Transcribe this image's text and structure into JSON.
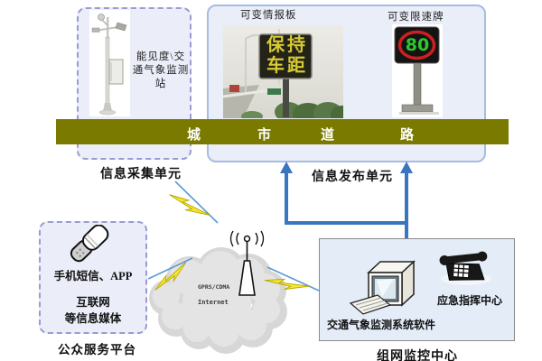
{
  "diagram": {
    "collection_unit": {
      "label": "信息采集单元",
      "station_caption_lines": [
        "能见度\\交",
        "通气象监测",
        "站"
      ]
    },
    "publish_unit": {
      "label": "信息发布单元",
      "vms_caption": "可变情报板",
      "vms_text_top": "保持",
      "vms_text_bottom": "车距",
      "speed_caption": "可变限速牌",
      "speed_value": "80"
    },
    "road_bar": {
      "chars": [
        "城",
        "市",
        "道",
        "路"
      ]
    },
    "public_platform": {
      "label": "公众服务平台",
      "lines": [
        "手机短信、APP",
        "互联网",
        "等信息媒体"
      ]
    },
    "network": {
      "line1": "GPRS/CDMA",
      "line2": "Internet"
    },
    "monitor_center": {
      "label": "组网监控中心",
      "software_label": "交通气象监测系统软件",
      "emergency_label": "应急指挥中心"
    },
    "colors": {
      "road_bar": "#7a7a00",
      "arrow_blue": "#3a76c0",
      "lightning_yellow": "#f5e62e",
      "lightning_line": "#5b9bd5",
      "box_fill": "#eaeef8",
      "vms_text": "#d8ca32",
      "speed_green": "#2ec82e"
    }
  }
}
